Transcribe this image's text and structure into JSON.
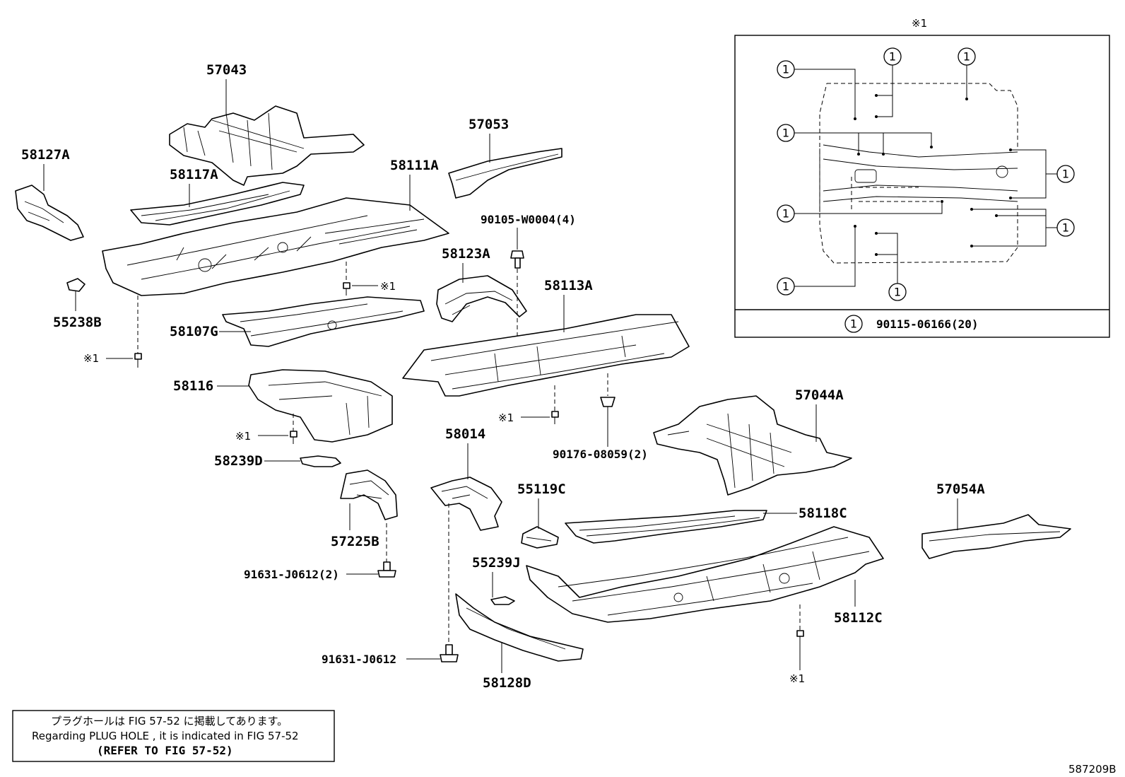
{
  "labels": {
    "p57043": "57043",
    "p58127A": "58127A",
    "p58117A": "58117A",
    "p58111A": "58111A",
    "p57053": "57053",
    "p55238B": "55238B",
    "p58107G": "58107G",
    "p58123A": "58123A",
    "p90105": "90105-W0004(4)",
    "p58113A": "58113A",
    "p58116": "58116",
    "p58239D": "58239D",
    "p57225B": "57225B",
    "p91631a": "91631-J0612(2)",
    "p58014": "58014",
    "p55119C": "55119C",
    "p55239J": "55239J",
    "p91631b": "91631-J0612",
    "p58128D": "58128D",
    "p90176": "90176-08059(2)",
    "p57044A": "57044A",
    "p58118C": "58118C",
    "p57054A": "57054A",
    "p58112C": "58112C"
  },
  "ref_marks": {
    "mark": "※1"
  },
  "inset": {
    "title": "※1",
    "circle_number": "1",
    "legend_number": "1",
    "legend_part": "90115-06166(20)"
  },
  "note_box": {
    "line_jp": "プラグホールは FIG 57-52 に掲載してあります。",
    "line_en": "Regarding  PLUG  HOLE , it is indicated in FIG  57-52",
    "line_ref": "(REFER TO FIG 57-52)"
  },
  "figure_id": "587209B"
}
